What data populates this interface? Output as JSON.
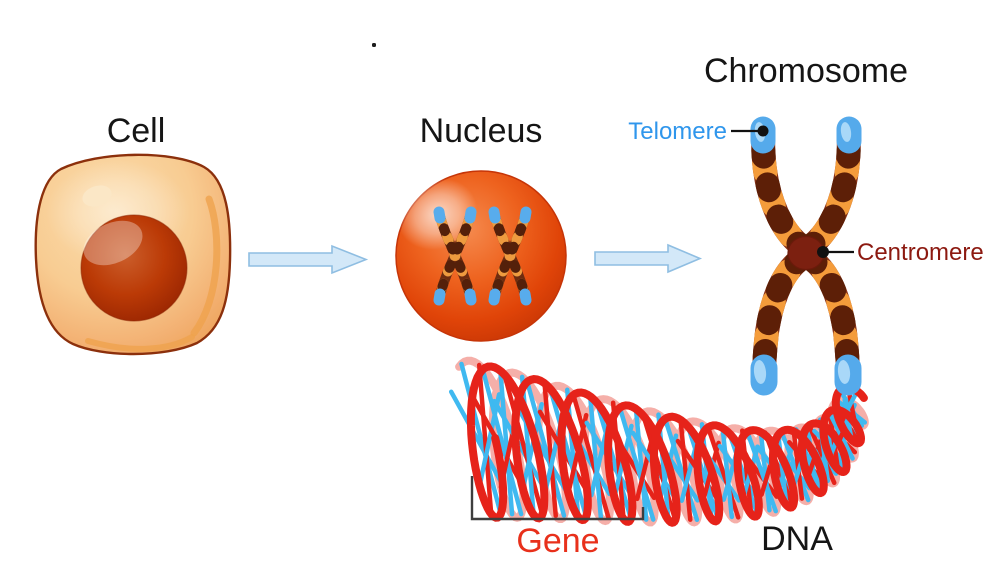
{
  "figure": {
    "stages": [
      {
        "label": "Cell"
      },
      {
        "label": "Nucleus"
      },
      {
        "label": "Chromosome"
      }
    ],
    "annotations": {
      "telomere": "Telomere",
      "centromere": "Centromere",
      "gene": "Gene",
      "dna": "DNA"
    },
    "colors": {
      "heading_text": "#151515",
      "telomere_label": "#2F96EC",
      "centromere_label": "#8C1910",
      "gene_label": "#E8301B",
      "arrow_fill": "#D3E8F8",
      "arrow_stroke": "#8FBEE2",
      "cell_body": "#F8CC92",
      "cell_nucleus": "#B23305",
      "nucleus_sphere": "#E04408",
      "chromosome_arm": "#8A3317",
      "chromosome_band_orange": "#F49C3B",
      "chromosome_band_dark": "#5D1F07",
      "telomere_cap_blue": "#55AAEB",
      "centromere_fill": "#7C2010",
      "dna_strand_red": "#E6231A",
      "dna_strand_pink": "#F5AFA9",
      "dna_rung_blue": "#3FB9F0"
    }
  }
}
